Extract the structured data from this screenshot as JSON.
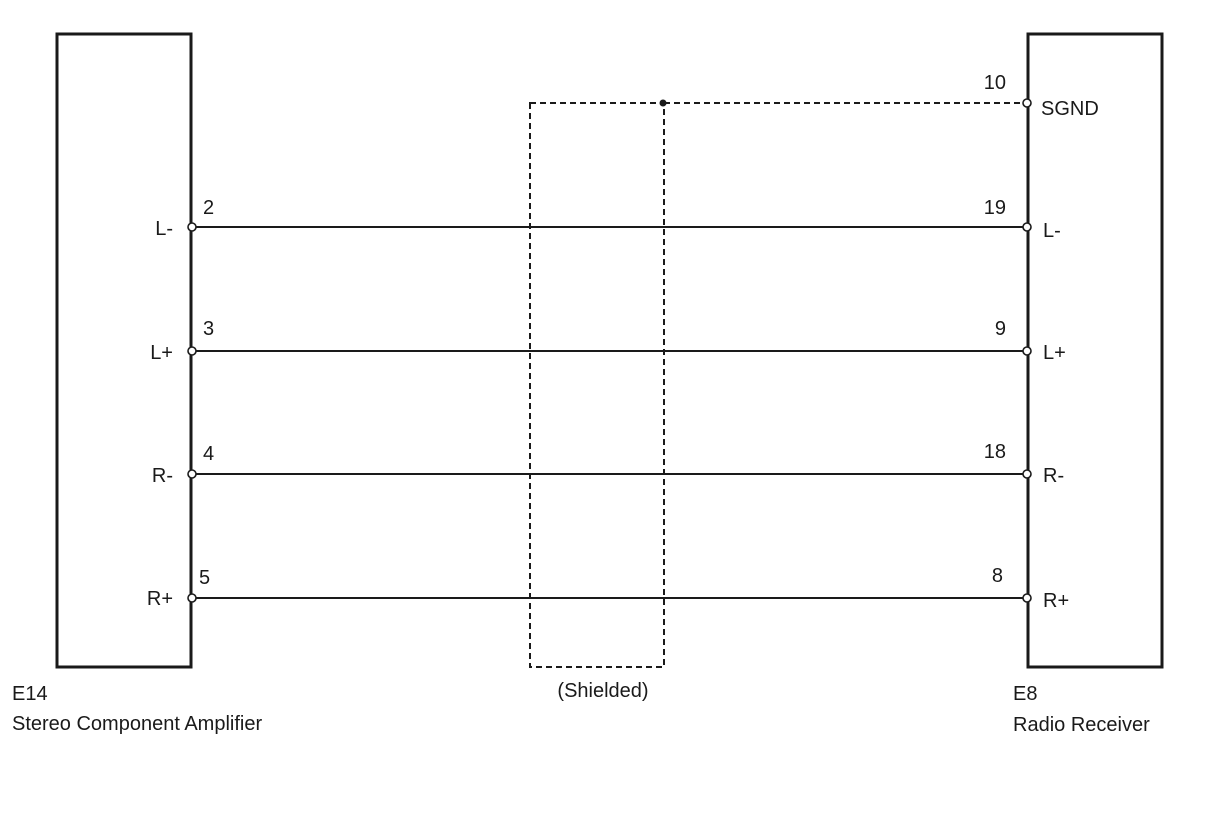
{
  "left_component": {
    "id": "E14",
    "name": "Stereo Component Amplifier"
  },
  "right_component": {
    "id": "E8",
    "name": "Radio Receiver"
  },
  "shield": {
    "label": "(Shielded)",
    "ground_pin": "10",
    "ground_signal": "SGND"
  },
  "connections": [
    {
      "left_pin": "2",
      "left_signal": "L-",
      "right_pin": "19",
      "right_signal": "L-"
    },
    {
      "left_pin": "3",
      "left_signal": "L+",
      "right_pin": "9",
      "right_signal": "L+"
    },
    {
      "left_pin": "4",
      "left_signal": "R-",
      "right_pin": "18",
      "right_signal": "R-"
    },
    {
      "left_pin": "5",
      "left_signal": "R+",
      "right_pin": "8",
      "right_signal": "R+"
    }
  ]
}
